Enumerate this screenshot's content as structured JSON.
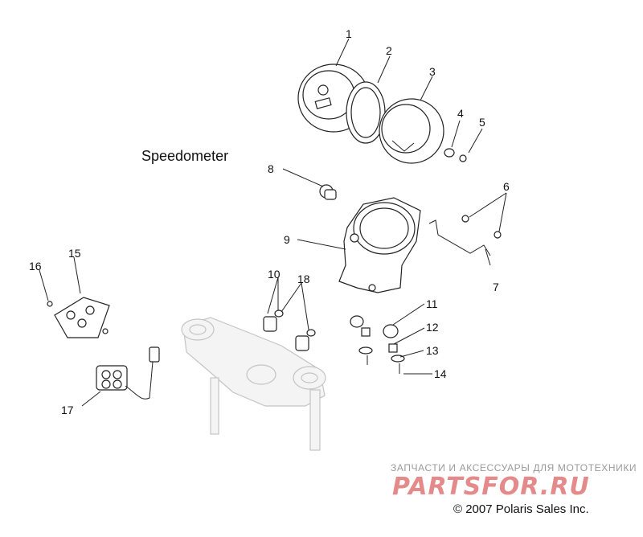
{
  "diagram": {
    "title": "Speedometer",
    "callouts": [
      "1",
      "2",
      "3",
      "4",
      "5",
      "6",
      "7",
      "8",
      "9",
      "10",
      "11",
      "12",
      "13",
      "14",
      "15",
      "16",
      "17",
      "18"
    ]
  },
  "watermark": {
    "tagline": "ЗАПЧАСТИ И АКСЕССУАРЫ ДЛЯ МОТОТЕХНИКИ",
    "brand": "PARTSFOR.RU"
  },
  "copyright": "© 2007 Polaris Sales Inc."
}
